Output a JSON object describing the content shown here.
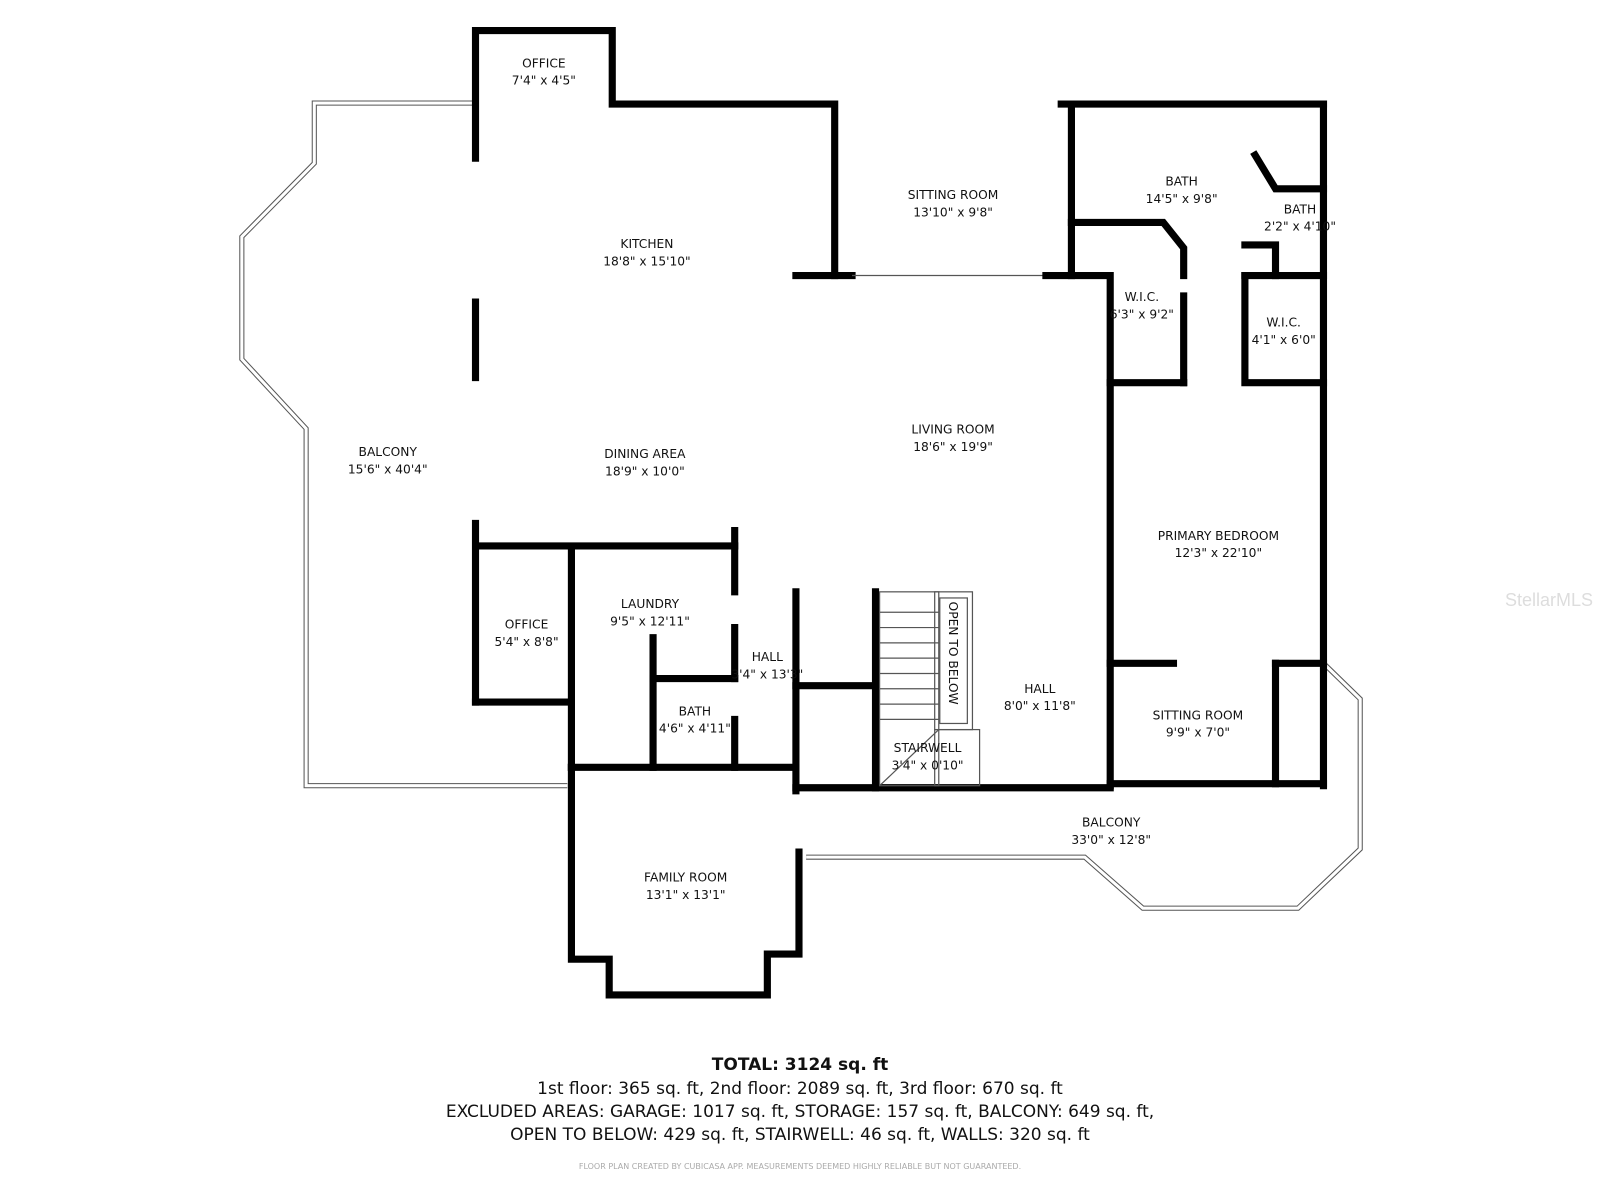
{
  "rooms": {
    "office_top": {
      "name": "OFFICE",
      "dims": "7'4\" x 4'5\""
    },
    "kitchen": {
      "name": "KITCHEN",
      "dims": "18'8\" x 15'10\""
    },
    "sitting_top": {
      "name": "SITTING ROOM",
      "dims": "13'10\" x 9'8\""
    },
    "bath_main": {
      "name": "BATH",
      "dims": "14'5\" x 9'8\""
    },
    "bath_small": {
      "name": "BATH",
      "dims": "2'2\" x 4'10\""
    },
    "wic_1": {
      "name": "W.I.C.",
      "dims": "6'3\" x 9'2\""
    },
    "wic_2": {
      "name": "W.I.C.",
      "dims": "4'1\" x 6'0\""
    },
    "balcony_left": {
      "name": "BALCONY",
      "dims": "15'6\" x 40'4\""
    },
    "dining": {
      "name": "DINING AREA",
      "dims": "18'9\" x 10'0\""
    },
    "living": {
      "name": "LIVING ROOM",
      "dims": "18'6\" x 19'9\""
    },
    "primary_bedroom": {
      "name": "PRIMARY BEDROOM",
      "dims": "12'3\" x 22'10\""
    },
    "office_low": {
      "name": "OFFICE",
      "dims": "5'4\" x 8'8\""
    },
    "laundry": {
      "name": "LAUNDRY",
      "dims": "9'5\" x 12'11\""
    },
    "hall_small": {
      "name": "HALL",
      "dims": "3'4\" x 13'3\""
    },
    "bath_low": {
      "name": "BATH",
      "dims": "4'6\" x 4'11\""
    },
    "open_to_below": {
      "name": "OPEN TO BELOW"
    },
    "hall_main": {
      "name": "HALL",
      "dims": "8'0\" x 11'8\""
    },
    "stairwell": {
      "name": "STAIRWELL",
      "dims": "3'4\" x 0'10\""
    },
    "sitting_low": {
      "name": "SITTING ROOM",
      "dims": "9'9\" x 7'0\""
    },
    "balcony_right": {
      "name": "BALCONY",
      "dims": "33'0\" x 12'8\""
    },
    "family": {
      "name": "FAMILY ROOM",
      "dims": "13'1\" x 13'1\""
    }
  },
  "summary": {
    "total": "TOTAL: 3124 sq. ft",
    "floors": "1st floor: 365 sq. ft, 2nd floor: 2089 sq. ft, 3rd floor: 670 sq. ft",
    "excluded_1": "EXCLUDED AREAS: GARAGE: 1017 sq. ft, STORAGE: 157 sq. ft, BALCONY: 649 sq. ft,",
    "excluded_2": "OPEN TO BELOW: 429 sq. ft, STAIRWELL: 46 sq. ft, WALLS: 320 sq. ft",
    "credit": "FLOOR PLAN CREATED BY CUBICASA APP. MEASUREMENTS DEEMED HIGHLY RELIABLE BUT NOT GUARANTEED."
  },
  "watermark": "StellarMLS"
}
